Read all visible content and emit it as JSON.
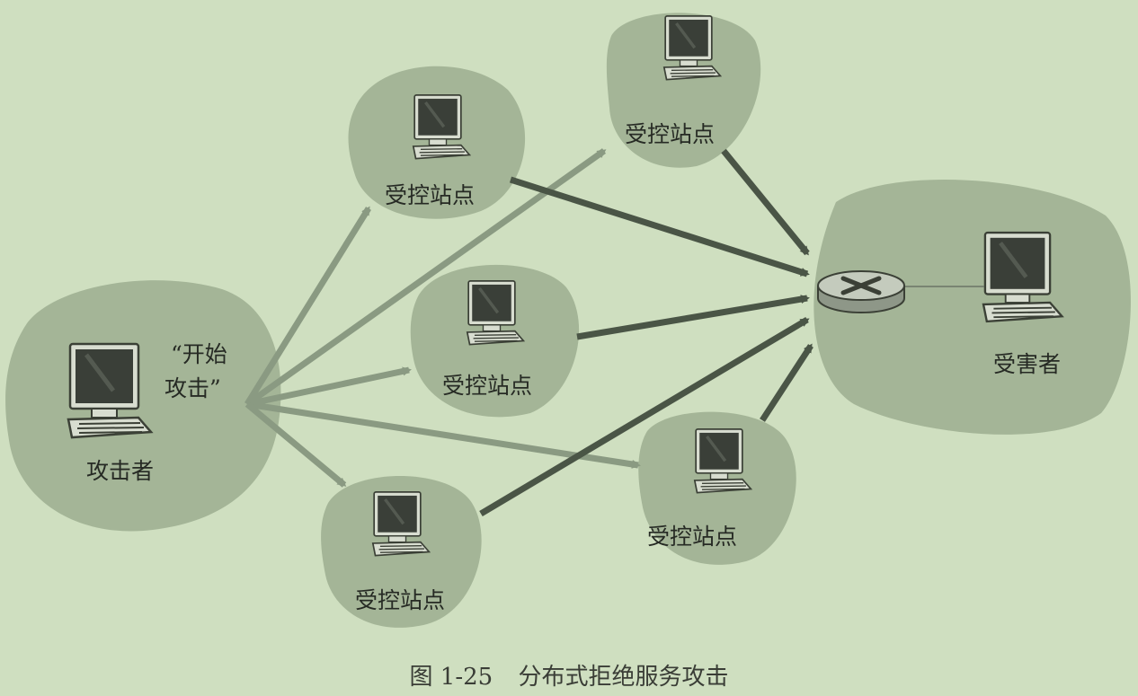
{
  "diagram": {
    "attacker": {
      "label": "攻击者",
      "command": [
        "“开始",
        "攻击”"
      ]
    },
    "zombies": [
      {
        "id": "zombie-1",
        "label": "受控站点"
      },
      {
        "id": "zombie-2",
        "label": "受控站点"
      },
      {
        "id": "zombie-3",
        "label": "受控站点"
      },
      {
        "id": "zombie-4",
        "label": "受控站点"
      },
      {
        "id": "zombie-5",
        "label": "受控站点"
      }
    ],
    "victim": {
      "label": "受害者",
      "gateway": "router-icon"
    },
    "colors": {
      "background": "#cfdfc0",
      "blob": "#a4b597",
      "command_arrow": "#8a9a82",
      "attack_arrow": "#4a5546"
    }
  },
  "caption": {
    "figure_number": "图 1-25",
    "title": "分布式拒绝服务攻击"
  }
}
